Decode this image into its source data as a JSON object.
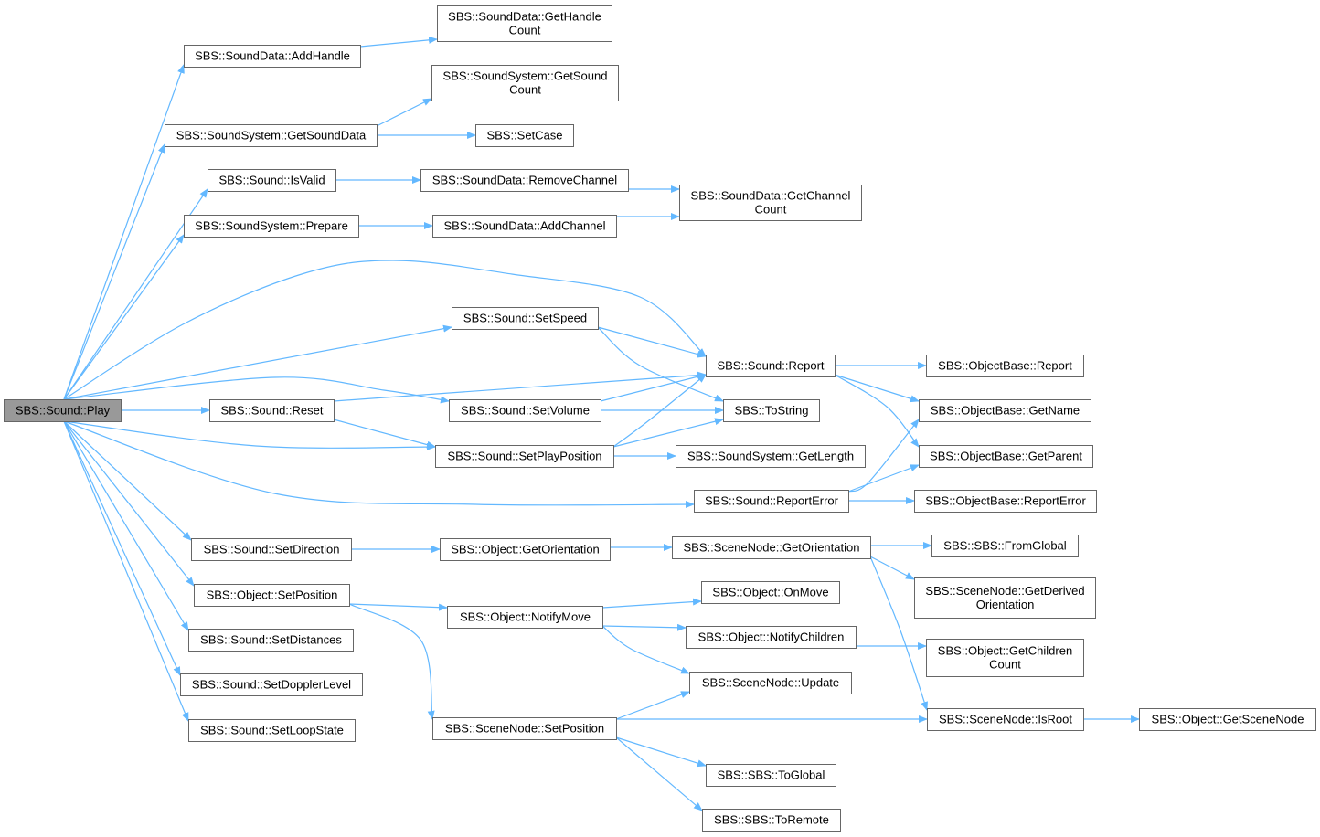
{
  "edge_color": "#63b8ff",
  "root_fill": "#999999",
  "nodes": [
    {
      "id": "play",
      "lines": [
        "SBS::Sound::Play"
      ],
      "root": true
    },
    {
      "id": "addHandle",
      "lines": [
        "SBS::SoundData::AddHandle"
      ]
    },
    {
      "id": "getHandleCount",
      "lines": [
        "SBS::SoundData::GetHandle",
        "Count"
      ]
    },
    {
      "id": "getSoundCount",
      "lines": [
        "SBS::SoundSystem::GetSound",
        "Count"
      ]
    },
    {
      "id": "getSoundData",
      "lines": [
        "SBS::SoundSystem::GetSoundData"
      ]
    },
    {
      "id": "setCase",
      "lines": [
        "SBS::SetCase"
      ]
    },
    {
      "id": "isValid",
      "lines": [
        "SBS::Sound::IsValid"
      ]
    },
    {
      "id": "removeChannel",
      "lines": [
        "SBS::SoundData::RemoveChannel"
      ]
    },
    {
      "id": "getChannelCount",
      "lines": [
        "SBS::SoundData::GetChannel",
        "Count"
      ]
    },
    {
      "id": "prepare",
      "lines": [
        "SBS::SoundSystem::Prepare"
      ]
    },
    {
      "id": "addChannel",
      "lines": [
        "SBS::SoundData::AddChannel"
      ]
    },
    {
      "id": "setSpeed",
      "lines": [
        "SBS::Sound::SetSpeed"
      ]
    },
    {
      "id": "report",
      "lines": [
        "SBS::Sound::Report"
      ]
    },
    {
      "id": "obReport",
      "lines": [
        "SBS::ObjectBase::Report"
      ]
    },
    {
      "id": "reset",
      "lines": [
        "SBS::Sound::Reset"
      ]
    },
    {
      "id": "setVolume",
      "lines": [
        "SBS::Sound::SetVolume"
      ]
    },
    {
      "id": "toString",
      "lines": [
        "SBS::ToString"
      ]
    },
    {
      "id": "getName",
      "lines": [
        "SBS::ObjectBase::GetName"
      ]
    },
    {
      "id": "setPlayPosition",
      "lines": [
        "SBS::Sound::SetPlayPosition"
      ]
    },
    {
      "id": "getLength",
      "lines": [
        "SBS::SoundSystem::GetLength"
      ]
    },
    {
      "id": "getParent",
      "lines": [
        "SBS::ObjectBase::GetParent"
      ]
    },
    {
      "id": "reportError",
      "lines": [
        "SBS::Sound::ReportError"
      ]
    },
    {
      "id": "obReportError",
      "lines": [
        "SBS::ObjectBase::ReportError"
      ]
    },
    {
      "id": "setDirection",
      "lines": [
        "SBS::Sound::SetDirection"
      ]
    },
    {
      "id": "objGetOrientation",
      "lines": [
        "SBS::Object::GetOrientation"
      ]
    },
    {
      "id": "snGetOrientation",
      "lines": [
        "SBS::SceneNode::GetOrientation"
      ]
    },
    {
      "id": "fromGlobal",
      "lines": [
        "SBS::SBS::FromGlobal"
      ]
    },
    {
      "id": "getDerivedOrientation",
      "lines": [
        "SBS::SceneNode::GetDerived",
        "Orientation"
      ]
    },
    {
      "id": "objSetPosition",
      "lines": [
        "SBS::Object::SetPosition"
      ]
    },
    {
      "id": "onMove",
      "lines": [
        "SBS::Object::OnMove"
      ]
    },
    {
      "id": "notifyMove",
      "lines": [
        "SBS::Object::NotifyMove"
      ]
    },
    {
      "id": "notifyChildren",
      "lines": [
        "SBS::Object::NotifyChildren"
      ]
    },
    {
      "id": "getChildrenCount",
      "lines": [
        "SBS::Object::GetChildren",
        "Count"
      ]
    },
    {
      "id": "setDistances",
      "lines": [
        "SBS::Sound::SetDistances"
      ]
    },
    {
      "id": "snUpdate",
      "lines": [
        "SBS::SceneNode::Update"
      ]
    },
    {
      "id": "setDopplerLevel",
      "lines": [
        "SBS::Sound::SetDopplerLevel"
      ]
    },
    {
      "id": "snSetPosition",
      "lines": [
        "SBS::SceneNode::SetPosition"
      ]
    },
    {
      "id": "isRoot",
      "lines": [
        "SBS::SceneNode::IsRoot"
      ]
    },
    {
      "id": "getSceneNode",
      "lines": [
        "SBS::Object::GetSceneNode"
      ]
    },
    {
      "id": "setLoopState",
      "lines": [
        "SBS::Sound::SetLoopState"
      ]
    },
    {
      "id": "toGlobal",
      "lines": [
        "SBS::SBS::ToGlobal"
      ]
    },
    {
      "id": "toRemote",
      "lines": [
        "SBS::SBS::ToRemote"
      ]
    }
  ],
  "edges": [
    [
      "play",
      "addHandle"
    ],
    [
      "play",
      "getSoundData"
    ],
    [
      "play",
      "isValid"
    ],
    [
      "play",
      "prepare"
    ],
    [
      "play",
      "report"
    ],
    [
      "play",
      "setSpeed"
    ],
    [
      "play",
      "reset"
    ],
    [
      "play",
      "setVolume"
    ],
    [
      "play",
      "setPlayPosition"
    ],
    [
      "play",
      "reportError"
    ],
    [
      "play",
      "setDirection"
    ],
    [
      "play",
      "objSetPosition"
    ],
    [
      "play",
      "setDistances"
    ],
    [
      "play",
      "setDopplerLevel"
    ],
    [
      "play",
      "setLoopState"
    ],
    [
      "addHandle",
      "getHandleCount"
    ],
    [
      "getSoundData",
      "getSoundCount"
    ],
    [
      "getSoundData",
      "setCase"
    ],
    [
      "isValid",
      "removeChannel"
    ],
    [
      "removeChannel",
      "getChannelCount"
    ],
    [
      "prepare",
      "addChannel"
    ],
    [
      "addChannel",
      "getChannelCount"
    ],
    [
      "setSpeed",
      "report"
    ],
    [
      "setSpeed",
      "toString"
    ],
    [
      "report",
      "obReport"
    ],
    [
      "report",
      "getName"
    ],
    [
      "report",
      "getParent"
    ],
    [
      "reset",
      "report"
    ],
    [
      "reset",
      "setPlayPosition"
    ],
    [
      "setVolume",
      "report"
    ],
    [
      "setVolume",
      "toString"
    ],
    [
      "setPlayPosition",
      "report"
    ],
    [
      "setPlayPosition",
      "toString"
    ],
    [
      "setPlayPosition",
      "getLength"
    ],
    [
      "reportError",
      "getName"
    ],
    [
      "reportError",
      "getParent"
    ],
    [
      "reportError",
      "obReportError"
    ],
    [
      "setDirection",
      "objGetOrientation"
    ],
    [
      "objGetOrientation",
      "snGetOrientation"
    ],
    [
      "snGetOrientation",
      "fromGlobal"
    ],
    [
      "snGetOrientation",
      "getDerivedOrientation"
    ],
    [
      "snGetOrientation",
      "isRoot"
    ],
    [
      "objSetPosition",
      "notifyMove"
    ],
    [
      "objSetPosition",
      "snSetPosition"
    ],
    [
      "notifyMove",
      "onMove"
    ],
    [
      "notifyMove",
      "notifyChildren"
    ],
    [
      "notifyMove",
      "snUpdate"
    ],
    [
      "notifyChildren",
      "getChildrenCount"
    ],
    [
      "snSetPosition",
      "snUpdate"
    ],
    [
      "snSetPosition",
      "isRoot"
    ],
    [
      "snSetPosition",
      "toGlobal"
    ],
    [
      "snSetPosition",
      "toRemote"
    ],
    [
      "isRoot",
      "getSceneNode"
    ]
  ]
}
